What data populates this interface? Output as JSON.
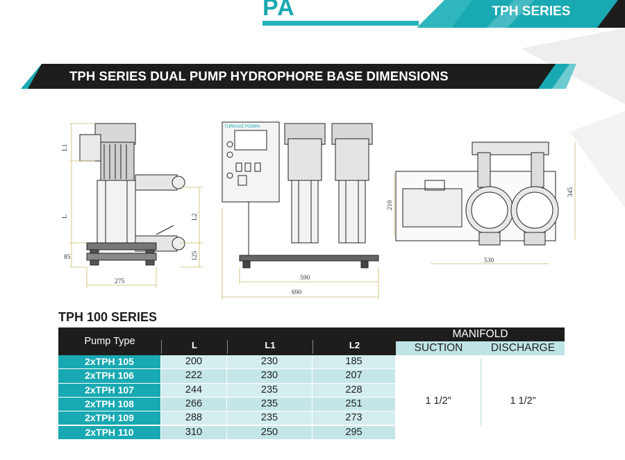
{
  "header": {
    "logo_text": "PA",
    "series_tab": "TPH SERIES",
    "accent_color": "#1fb0ba",
    "dark_color": "#1d1d1b"
  },
  "banner": {
    "title": "TPH SERIES DUAL PUMP HYDROPHORE BASE DIMENSIONS"
  },
  "drawings": {
    "side_view": {
      "L1": "L1",
      "L": "L",
      "L2": "L2",
      "dim_85": "85",
      "dim_125": "125",
      "dim_275": "275"
    },
    "front_view": {
      "panel_brand": "TURKUAZ POMPA",
      "dim_590": "590",
      "dim_690": "690"
    },
    "top_view": {
      "dim_210": "210",
      "dim_345": "345",
      "dim_530": "530"
    }
  },
  "table": {
    "heading": "TPH 100 SERIES",
    "col_pump_type": "Pump Type",
    "col_L": "L",
    "col_L1": "L1",
    "col_L2": "L2",
    "manifold": "MANIFOLD",
    "suction": "SUCTION",
    "discharge": "DISCHARGE",
    "suction_value": "1 1/2”",
    "discharge_value": "1 1/2”",
    "rows": [
      {
        "type": "2xTPH 105",
        "L": "200",
        "L1": "230",
        "L2": "185"
      },
      {
        "type": "2xTPH 106",
        "L": "222",
        "L1": "230",
        "L2": "207"
      },
      {
        "type": "2xTPH 107",
        "L": "244",
        "L1": "235",
        "L2": "228"
      },
      {
        "type": "2xTPH 108",
        "L": "266",
        "L1": "235",
        "L2": "251"
      },
      {
        "type": "2xTPH 109",
        "L": "288",
        "L1": "235",
        "L2": "273"
      },
      {
        "type": "2xTPH 110",
        "L": "310",
        "L1": "250",
        "L2": "295"
      }
    ]
  }
}
